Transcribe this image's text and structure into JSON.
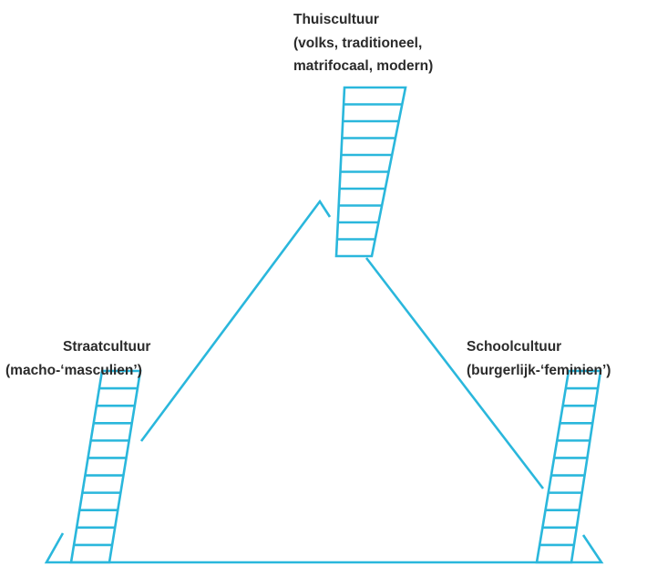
{
  "colors": {
    "line": "#2ab7dc",
    "text": "#2b2b2b",
    "background": "#ffffff"
  },
  "labels": {
    "top": {
      "line1": "Thuiscultuur",
      "line2": "(volks, traditioneel,",
      "line3": "matrifocaal, modern)"
    },
    "left": {
      "line1": "Straatcultuur",
      "line2": "(macho-‘masculien’)"
    },
    "right": {
      "line1": "Schoolcultuur",
      "line2": "(burgerlijk-‘feminien’)"
    }
  },
  "ladders": {
    "top": {
      "rungs": 10
    },
    "left": {
      "rungs": 11
    },
    "right": {
      "rungs": 11
    }
  }
}
